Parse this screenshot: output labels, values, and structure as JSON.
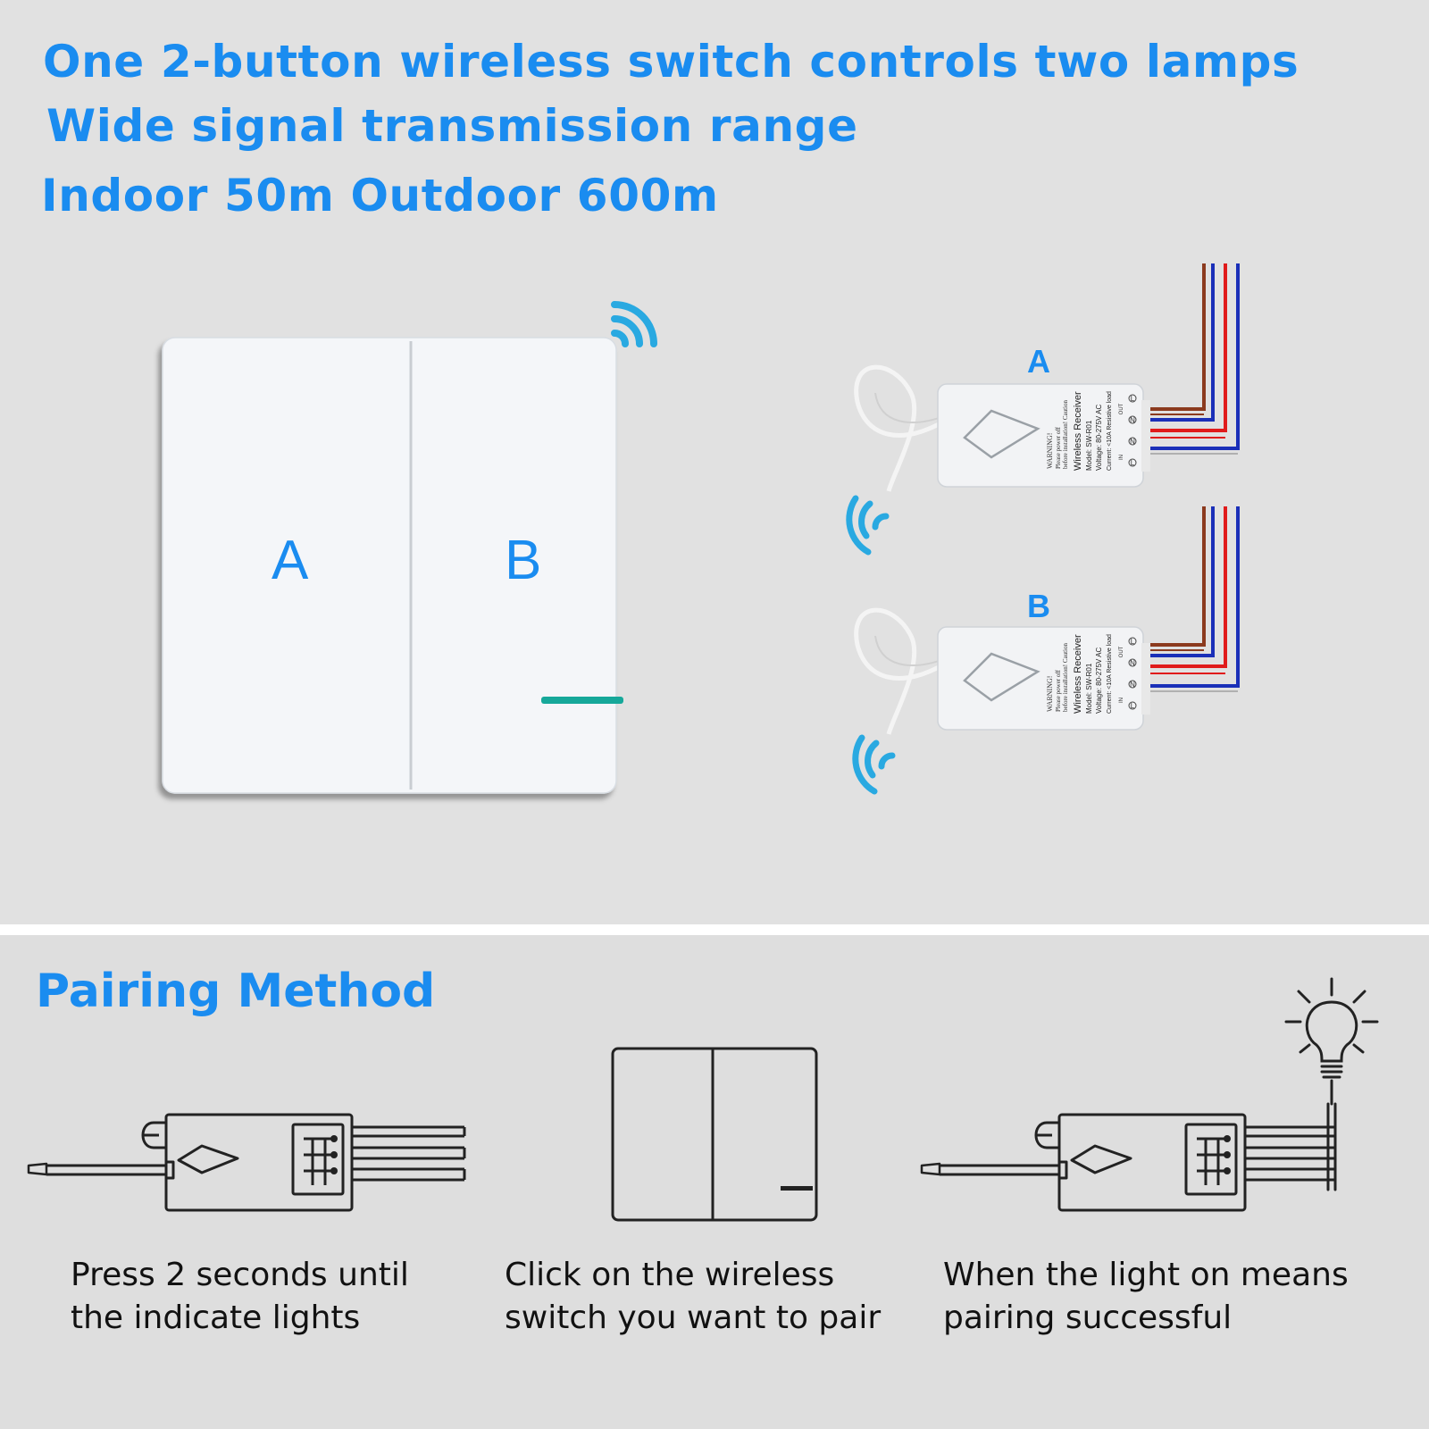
{
  "headline": {
    "line1": "One 2-button wireless switch controls two lamps",
    "line2": "Wide signal transmission range",
    "line3": "Indoor 50m  Outdoor 600m"
  },
  "switch": {
    "button_a": "A",
    "button_b": "B"
  },
  "receivers": [
    {
      "label": "A",
      "warning": [
        "WARNING!",
        "Please power off",
        "before installation!  Caution"
      ],
      "spec": [
        "Wireless Receiver",
        "Model: SW-R01",
        "Voltage: 80-275V AC",
        "Current: <10A Resistive load"
      ],
      "ports": [
        "L",
        "N",
        "N",
        "L"
      ],
      "port_tags": [
        "IN",
        "OUT"
      ]
    },
    {
      "label": "B",
      "warning": [
        "WARNING!",
        "Please power off",
        "before installation!  Caution"
      ],
      "spec": [
        "Wireless Receiver",
        "Model: SW-R01",
        "Voltage: 80-275V AC",
        "Current: <10A Resistive load"
      ],
      "ports": [
        "L",
        "N",
        "N",
        "L"
      ],
      "port_tags": [
        "IN",
        "OUT"
      ]
    }
  ],
  "pairing": {
    "title": "Pairing Method",
    "steps": [
      {
        "line1": "Press 2 seconds until",
        "line2": "the indicate lights"
      },
      {
        "line1": "Click on the wireless",
        "line2": "switch you want to pair"
      },
      {
        "line1": "When the light on means",
        "line2": "pairing successful"
      }
    ]
  },
  "colors": {
    "accent": "#1a8cf0",
    "signal": "#29a9e1",
    "indicator": "#16a89a",
    "wire_brown": "#8b3a1e",
    "wire_blue": "#1a2fb8",
    "wire_red": "#e01b1b"
  }
}
